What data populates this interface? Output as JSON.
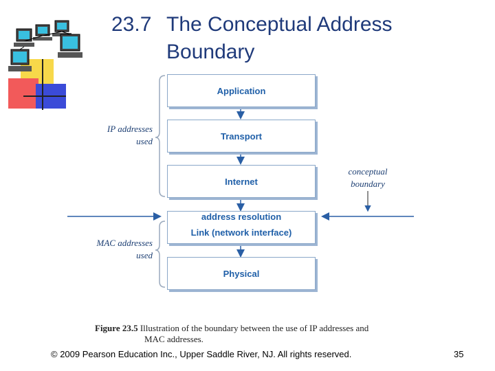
{
  "slide": {
    "title_number": "23.7",
    "title_line1": "The Conceptual Address",
    "title_line2": "Boundary"
  },
  "diagram": {
    "layers": [
      {
        "label": "Application"
      },
      {
        "label": "Transport"
      },
      {
        "label": "Internet"
      },
      {
        "label": "address resolution"
      },
      {
        "label": "Link (network interface)"
      },
      {
        "label": "Physical"
      }
    ],
    "ip_label_1": "IP addresses",
    "ip_label_2": "used",
    "mac_label_1": "MAC addresses",
    "mac_label_2": "used",
    "boundary_label_1": "conceptual",
    "boundary_label_2": "boundary",
    "caption_prefix": "Figure 23.5",
    "caption_line1": "Illustration of the boundary between the use of IP addresses and",
    "caption_line2": "MAC addresses.",
    "colors": {
      "box_text": "#1f5fa8",
      "arrow": "#2a5fa5",
      "bracket": "#9aa9bd"
    }
  },
  "footer": {
    "copyright": "© 2009 Pearson Education Inc., Upper Saddle River, NJ. All rights reserved.",
    "page_number": "35"
  }
}
